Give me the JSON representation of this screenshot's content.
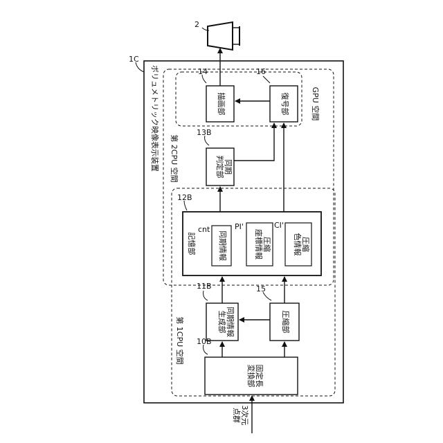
{
  "figure": {
    "display_ref": "2",
    "device_ref": "1C",
    "device_title": "ボリュメトリック映像表示装置",
    "input_label": "3次元\n点群",
    "cpu1_space": "第 1CPU 空間",
    "cpu2_space": "第 2CPU 空間",
    "gpu_space": "GPU 空間",
    "blocks": {
      "b10": {
        "ref": "10B",
        "text": "固定長\n変換部"
      },
      "b11": {
        "ref": "11B",
        "text": "同期情報\n生成部"
      },
      "b15": {
        "ref": "15",
        "text": "圧縮部"
      },
      "b12": {
        "ref": "12B",
        "text": "記憶部"
      },
      "b13": {
        "ref": "13B",
        "text": "同期\n判定部"
      },
      "b14": {
        "ref": "14",
        "text": "描画部"
      },
      "b16": {
        "ref": "16",
        "text": "復号部"
      }
    },
    "storage_items": {
      "cnt": {
        "tag": "cnt",
        "text": "同期情報"
      },
      "pi": {
        "tag": "PI'",
        "text": "圧縮\n座標情報"
      },
      "ci": {
        "tag": "CI'",
        "text": "圧縮\n色情報"
      }
    }
  }
}
